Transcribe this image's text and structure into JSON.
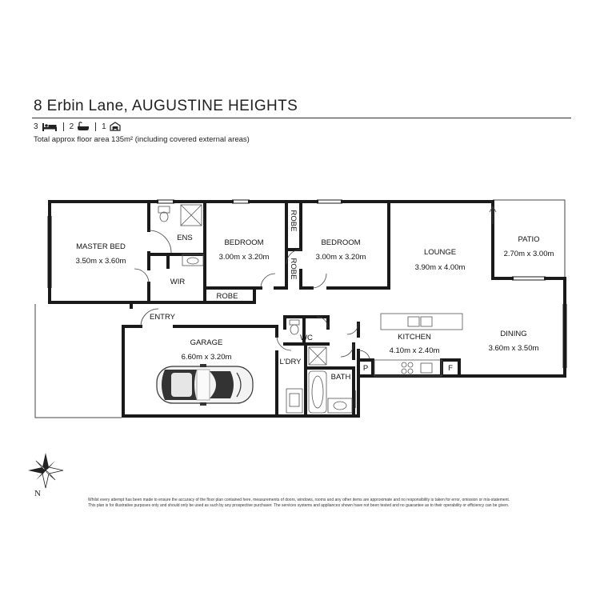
{
  "address": "8 Erbin Lane, AUGUSTINE HEIGHTS",
  "features": {
    "bedrooms": "3",
    "bedroom_icon": "bed-icon",
    "bathrooms": "2",
    "bathroom_icon": "bath-icon",
    "car_spaces": "1",
    "car_icon": "car-icon"
  },
  "floor_area": "Total approx floor area 135m² (including covered external areas)",
  "rooms": {
    "master_bed": {
      "name": "MASTER BED",
      "size": "3.50m x 3.60m"
    },
    "ens": {
      "name": "ENS"
    },
    "wir": {
      "name": "WIR"
    },
    "bedroom2": {
      "name": "BEDROOM",
      "size": "3.00m x 3.20m"
    },
    "bedroom3": {
      "name": "BEDROOM",
      "size": "3.00m x 3.20m"
    },
    "robe_vertical_1": {
      "name": "ROBE"
    },
    "robe_vertical_2": {
      "name": "ROBE"
    },
    "robe_horizontal": {
      "name": "ROBE"
    },
    "lounge": {
      "name": "LOUNGE",
      "size": "3.90m x 4.00m"
    },
    "patio": {
      "name": "PATIO",
      "size": "2.70m x 3.00m"
    },
    "entry": {
      "name": "ENTRY"
    },
    "garage": {
      "name": "GARAGE",
      "size": "6.60m x 3.20m"
    },
    "wc": {
      "name": "WC"
    },
    "laundry": {
      "name": "L'DRY"
    },
    "bath": {
      "name": "BATH"
    },
    "kitchen": {
      "name": "KITCHEN",
      "size": "4.10m x 2.40m"
    },
    "pantry": {
      "name": "P"
    },
    "fridge": {
      "name": "F"
    },
    "dining": {
      "name": "DINING",
      "size": "3.60m x 3.50m"
    }
  },
  "compass": {
    "north": "N",
    "icon": "compass-rose-icon"
  },
  "disclaimer": [
    "Whilst every attempt has been made to ensure the accuracy of the floor plan contained here, measurements of doors, windows, rooms and any other items are approximate and no responsibility is taken for error, omission or mis-statement.",
    "This plan is for illustrative purposes only and should only be used as such by any prospective purchaser. The services systems and appliances shown have not been tested and no guarantee as to their operability or efficiency can be given."
  ],
  "colors": {
    "wall": "#1a1a1a",
    "fixture": "#555555"
  }
}
